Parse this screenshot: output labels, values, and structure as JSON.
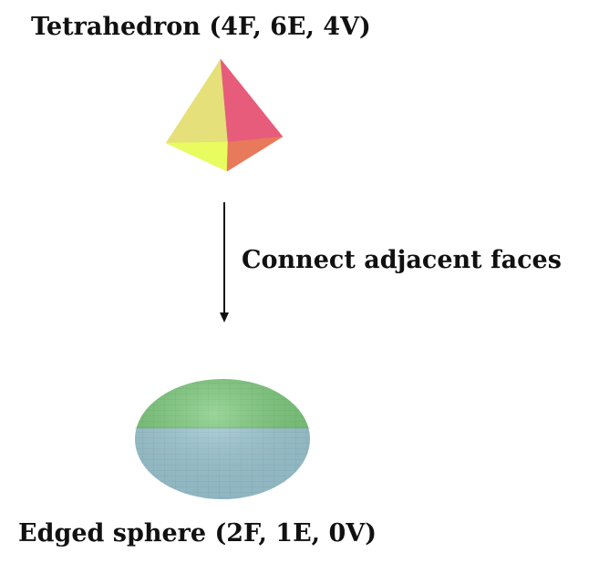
{
  "top": {
    "label": "Tetrahedron (4F, 6E, 4V)",
    "face_colors": [
      "#e5e07a",
      "#e65c7a",
      "#e8fb5f",
      "#e8795a"
    ]
  },
  "arrow": {
    "label": "Connect adjacent faces"
  },
  "bottom": {
    "label": "Edged sphere (2F, 1E, 0V)",
    "hemisphere_colors": [
      "#7ac97a",
      "#9cc8d4"
    ]
  }
}
